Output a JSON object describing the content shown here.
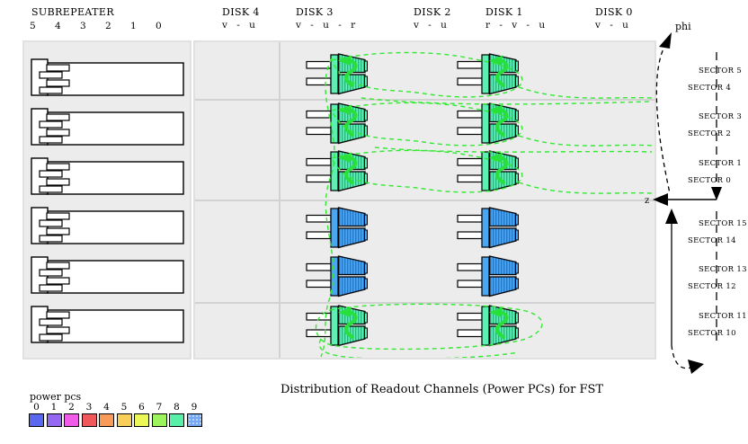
{
  "header": {
    "subrepeater_title": "SUBREPEATER",
    "subrepeater_numbers": [
      "5",
      "4",
      "3",
      "2",
      "1",
      "0"
    ],
    "disks": [
      {
        "name": "DISK 4",
        "layers": "v - u"
      },
      {
        "name": "DISK 3",
        "layers": "v - u - r"
      },
      {
        "name": "DISK 2",
        "layers": "v - u"
      },
      {
        "name": "DISK 1",
        "layers": "r - v - u"
      },
      {
        "name": "DISK 0",
        "layers": "v - u"
      }
    ]
  },
  "axis": {
    "phi_label": "phi",
    "z_label": "z",
    "sectors_upper": [
      "SECTOR 5",
      "SECTOR 4",
      "SECTOR 3",
      "SECTOR 2",
      "SECTOR 1",
      "SECTOR 0"
    ],
    "sectors_lower": [
      "SECTOR 15",
      "SECTOR 14",
      "SECTOR 13",
      "SECTOR 12",
      "SECTOR 11",
      "SECTOR 10"
    ]
  },
  "modules": {
    "placements": [
      {
        "disk": "DISK 3",
        "row": 0,
        "power_pc": "8",
        "highlight": true
      },
      {
        "disk": "DISK 3",
        "row": 1,
        "power_pc": "8",
        "highlight": true
      },
      {
        "disk": "DISK 3",
        "row": 2,
        "power_pc": "8",
        "highlight": true
      },
      {
        "disk": "DISK 3",
        "row": 3,
        "power_pc": "9",
        "highlight": false
      },
      {
        "disk": "DISK 3",
        "row": 4,
        "power_pc": "9",
        "highlight": false
      },
      {
        "disk": "DISK 3",
        "row": 5,
        "power_pc": "8",
        "highlight": true
      },
      {
        "disk": "DISK 1",
        "row": 0,
        "power_pc": "8",
        "highlight": true
      },
      {
        "disk": "DISK 1",
        "row": 1,
        "power_pc": "8",
        "highlight": true
      },
      {
        "disk": "DISK 1",
        "row": 2,
        "power_pc": "8",
        "highlight": true
      },
      {
        "disk": "DISK 1",
        "row": 3,
        "power_pc": "9",
        "highlight": false
      },
      {
        "disk": "DISK 1",
        "row": 4,
        "power_pc": "9",
        "highlight": false
      },
      {
        "disk": "DISK 1",
        "row": 5,
        "power_pc": "8",
        "highlight": true
      }
    ],
    "power_pc_colors": {
      "8": {
        "fill": "#5CF0B2",
        "stripe": "#1FA478"
      },
      "9": {
        "fill": "#4AA6F0",
        "stripe": "#1B6CC4"
      }
    }
  },
  "routing_color": "#33E833",
  "highlight_arrow_color": "#27E03B",
  "subrepeater_box_count": 6,
  "legend": {
    "title": "power pcs",
    "items": [
      {
        "label": "0",
        "color": "#5A68F0",
        "stippled": false
      },
      {
        "label": "1",
        "color": "#9468F0",
        "stippled": false
      },
      {
        "label": "2",
        "color": "#F05CE8",
        "stippled": false
      },
      {
        "label": "3",
        "color": "#F0585C",
        "stippled": false
      },
      {
        "label": "4",
        "color": "#F89A58",
        "stippled": false
      },
      {
        "label": "5",
        "color": "#F8D058",
        "stippled": false
      },
      {
        "label": "6",
        "color": "#ECF858",
        "stippled": false
      },
      {
        "label": "7",
        "color": "#9CF45C",
        "stippled": false
      },
      {
        "label": "8",
        "color": "#58F0A8",
        "stippled": false
      },
      {
        "label": "9",
        "color": "#74A8F0",
        "stippled": true
      }
    ]
  },
  "caption": "Distribution of Readout Channels (Power PCs) for FST"
}
